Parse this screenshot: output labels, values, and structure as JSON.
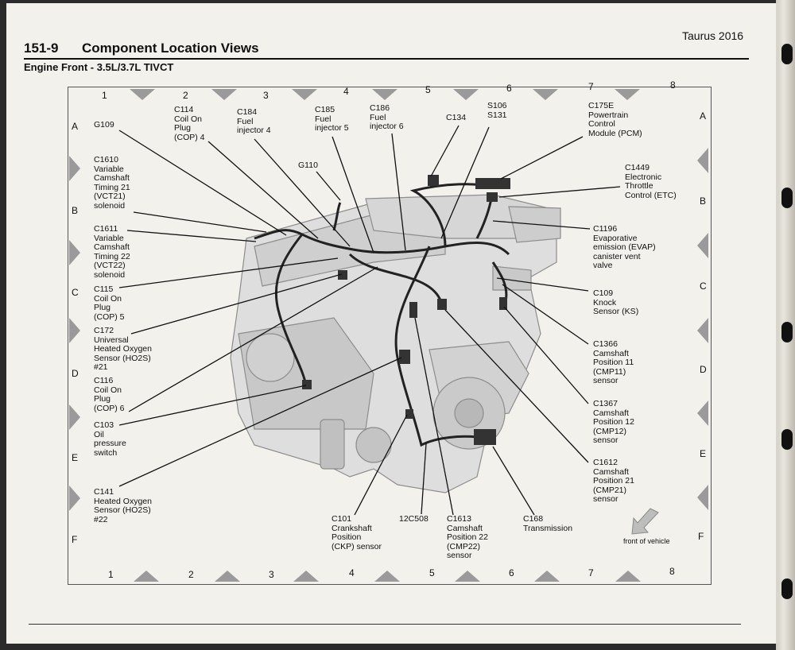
{
  "header": {
    "page_number": "151-9",
    "title": "Component Location Views",
    "vehicle": "Taurus 2016",
    "subtitle": "Engine Front - 3.5L/3.7L TIVCT"
  },
  "grid": {
    "columns": [
      "1",
      "2",
      "3",
      "4",
      "5",
      "6",
      "7",
      "8"
    ],
    "rows": [
      "A",
      "B",
      "C",
      "D",
      "E",
      "F"
    ]
  },
  "labels": {
    "g109": "G109",
    "c114": "C114\nCoil On\nPlug\n(COP) 4",
    "c184": "C184\nFuel\ninjector 4",
    "c185": "C185\nFuel\ninjector 5",
    "c186": "C186\nFuel\ninjector 6",
    "c134": "C134",
    "s106": "S106\nS131",
    "c175e": "C175E\nPowertrain\nControl\nModule (PCM)",
    "g110": "G110",
    "c1449": "C1449\nElectronic\nThrottle\nControl (ETC)",
    "c1610": "C1610\nVariable\nCamshaft\nTiming 21\n(VCT21)\nsolenoid",
    "c1611": "C1611\nVariable\nCamshaft\nTiming 22\n(VCT22)\nsolenoid",
    "c1196": "C1196\nEvaporative\nemission (EVAP)\ncanister vent\nvalve",
    "c115": "C115\nCoil On\nPlug\n(COP) 5",
    "c109": "C109\nKnock\nSensor (KS)",
    "c172": "C172\nUniversal\nHeated Oxygen\nSensor (HO2S)\n#21",
    "c1366": "C1366\nCamshaft\nPosition 11\n(CMP11)\nsensor",
    "c116": "C116\nCoil On\nPlug\n(COP) 6",
    "c1367": "C1367\nCamshaft\nPosition 12\n(CMP12)\nsensor",
    "c103": "C103\nOil\npressure\nswitch",
    "c1612": "C1612\nCamshaft\nPosition 21\n(CMP21)\nsensor",
    "c141": "C141\nHeated Oxygen\nSensor (HO2S)\n#22",
    "c101": "C101\nCrankshaft\nPosition\n(CKP) sensor",
    "c12c508": "12C508",
    "c1613": "C1613\nCamshaft\nPosition 22\n(CMP22)\nsensor",
    "c168": "C168\nTransmission",
    "front": "front of vehicle"
  }
}
